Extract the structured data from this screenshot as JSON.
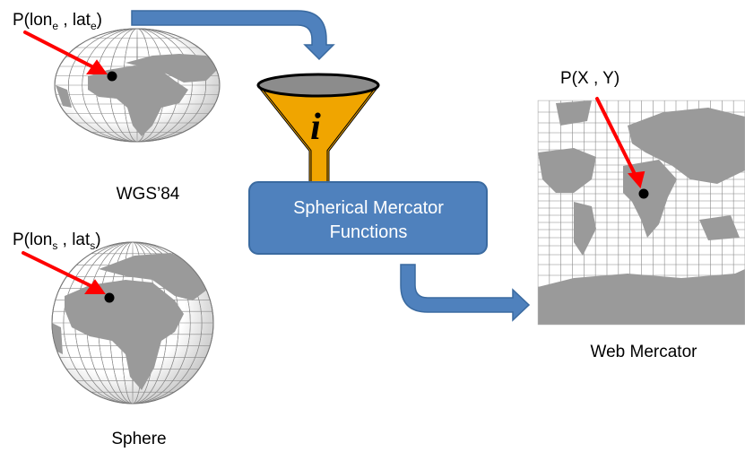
{
  "labels": {
    "wgs_point": {
      "prefix": "P(lon",
      "sub1": "e",
      "mid": " , lat",
      "sub2": "e",
      "suffix": ")"
    },
    "sphere_point": {
      "prefix": "P(lon",
      "sub1": "s",
      "mid": " , lat",
      "sub2": "s",
      "suffix": ")"
    },
    "mercator_point": "P(X , Y)",
    "wgs84": "WGS’84",
    "sphere": "Sphere",
    "web_mercator": "Web Mercator"
  },
  "process_box": {
    "line1": "Spherical Mercator",
    "line2": "Functions"
  },
  "funnel_icon_letter": "i",
  "colors": {
    "arrow_blue": "#4f81bd",
    "pointer_red": "#ff0000",
    "funnel": "#e0a100",
    "land": "#9a9a9a"
  }
}
